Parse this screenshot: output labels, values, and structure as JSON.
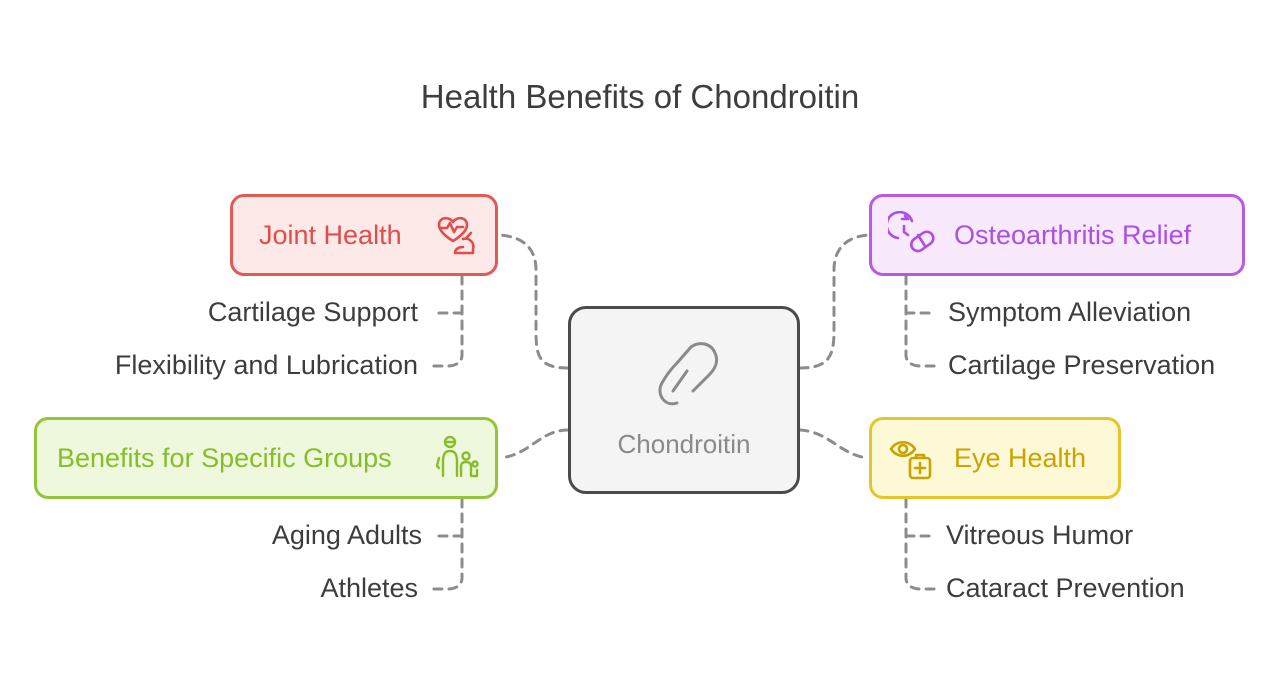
{
  "title": "Health Benefits of Chondroitin",
  "center": {
    "label": "Chondroitin",
    "icon": "capsule-icon"
  },
  "branches": {
    "joint_health": {
      "label": "Joint Health",
      "icon": "heart-muscle-icon",
      "color": "#e05b58",
      "items": [
        "Cartilage Support",
        "Flexibility and Lubrication"
      ]
    },
    "osteoarthritis_relief": {
      "label": "Osteoarthritis Relief",
      "icon": "clock-pill-icon",
      "color": "#b95ae2",
      "items": [
        "Symptom Alleviation",
        "Cartilage Preservation"
      ]
    },
    "specific_groups": {
      "label": "Benefits for Specific Groups",
      "icon": "people-group-icon",
      "color": "#94c43a",
      "items": [
        "Aging Adults",
        "Athletes"
      ]
    },
    "eye_health": {
      "label": "Eye Health",
      "icon": "eye-medical-icon",
      "color": "#e4c52a",
      "items": [
        "Vitreous Humor",
        "Cataract Prevention"
      ]
    }
  }
}
